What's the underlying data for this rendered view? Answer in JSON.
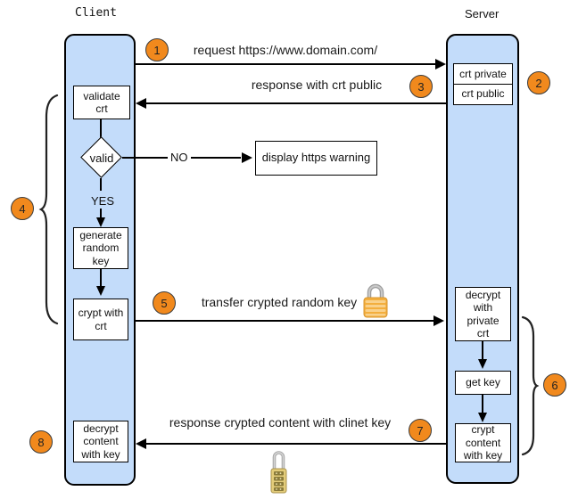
{
  "lanes": {
    "client": {
      "title": "Client"
    },
    "server": {
      "title": "Server"
    }
  },
  "badges": [
    "1",
    "2",
    "3",
    "4",
    "5",
    "6",
    "7",
    "8"
  ],
  "messages": {
    "request": "request https://www.domain.com/",
    "response_crt": "response with crt public",
    "transfer": "transfer crypted random key",
    "response_content": "response crypted content with clinet key"
  },
  "decision": {
    "label": "valid",
    "no_label": "NO",
    "yes_label": "YES"
  },
  "warning_box": {
    "label": "display https warning"
  },
  "client_boxes": {
    "validate": [
      "validate",
      "crt"
    ],
    "generate": [
      "generate",
      "random",
      "key"
    ],
    "crypt_with_crt": [
      "crypt with",
      "crt"
    ],
    "decrypt_content": [
      "decrypt",
      "content",
      "with key"
    ]
  },
  "server_boxes": {
    "crt_private": "crt private",
    "crt_public": "crt public",
    "decrypt_private": [
      "decrypt",
      "with",
      "private",
      "crt"
    ],
    "get_key": "get key",
    "crypt_content": [
      "crypt",
      "content",
      "with key"
    ]
  },
  "icons": {
    "lock_transfer": "padlock-icon",
    "lock_response": "combination-lock-icon"
  },
  "colors": {
    "badge_fill": "#F1891D",
    "lane_fill": "#C3DCFA",
    "lane_border": "#000000",
    "arrow": "#000000",
    "lock_gold": "#F3AE3D",
    "lock_shackle": "#9E9E9E",
    "background": "#FFFFFF"
  }
}
